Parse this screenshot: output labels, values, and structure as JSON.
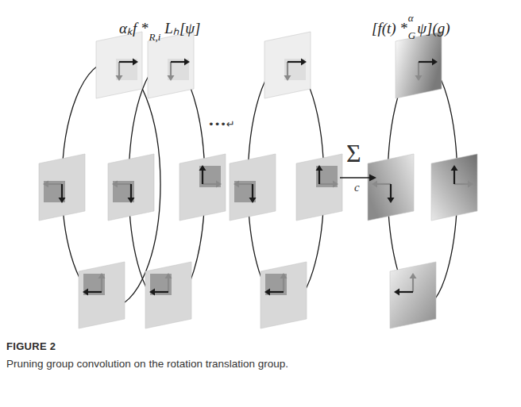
{
  "diagram": {
    "caption": "Pruning group convolution on the rotation translation group.",
    "labels": [
      "αₖf *",
      "R,i",
      "Lₕ[ψ]",
      "[f(t) *",
      "α",
      "G",
      "ψ](g)",
      "•••↵",
      "Σ",
      "c",
      "FIGURE 2"
    ]
  }
}
